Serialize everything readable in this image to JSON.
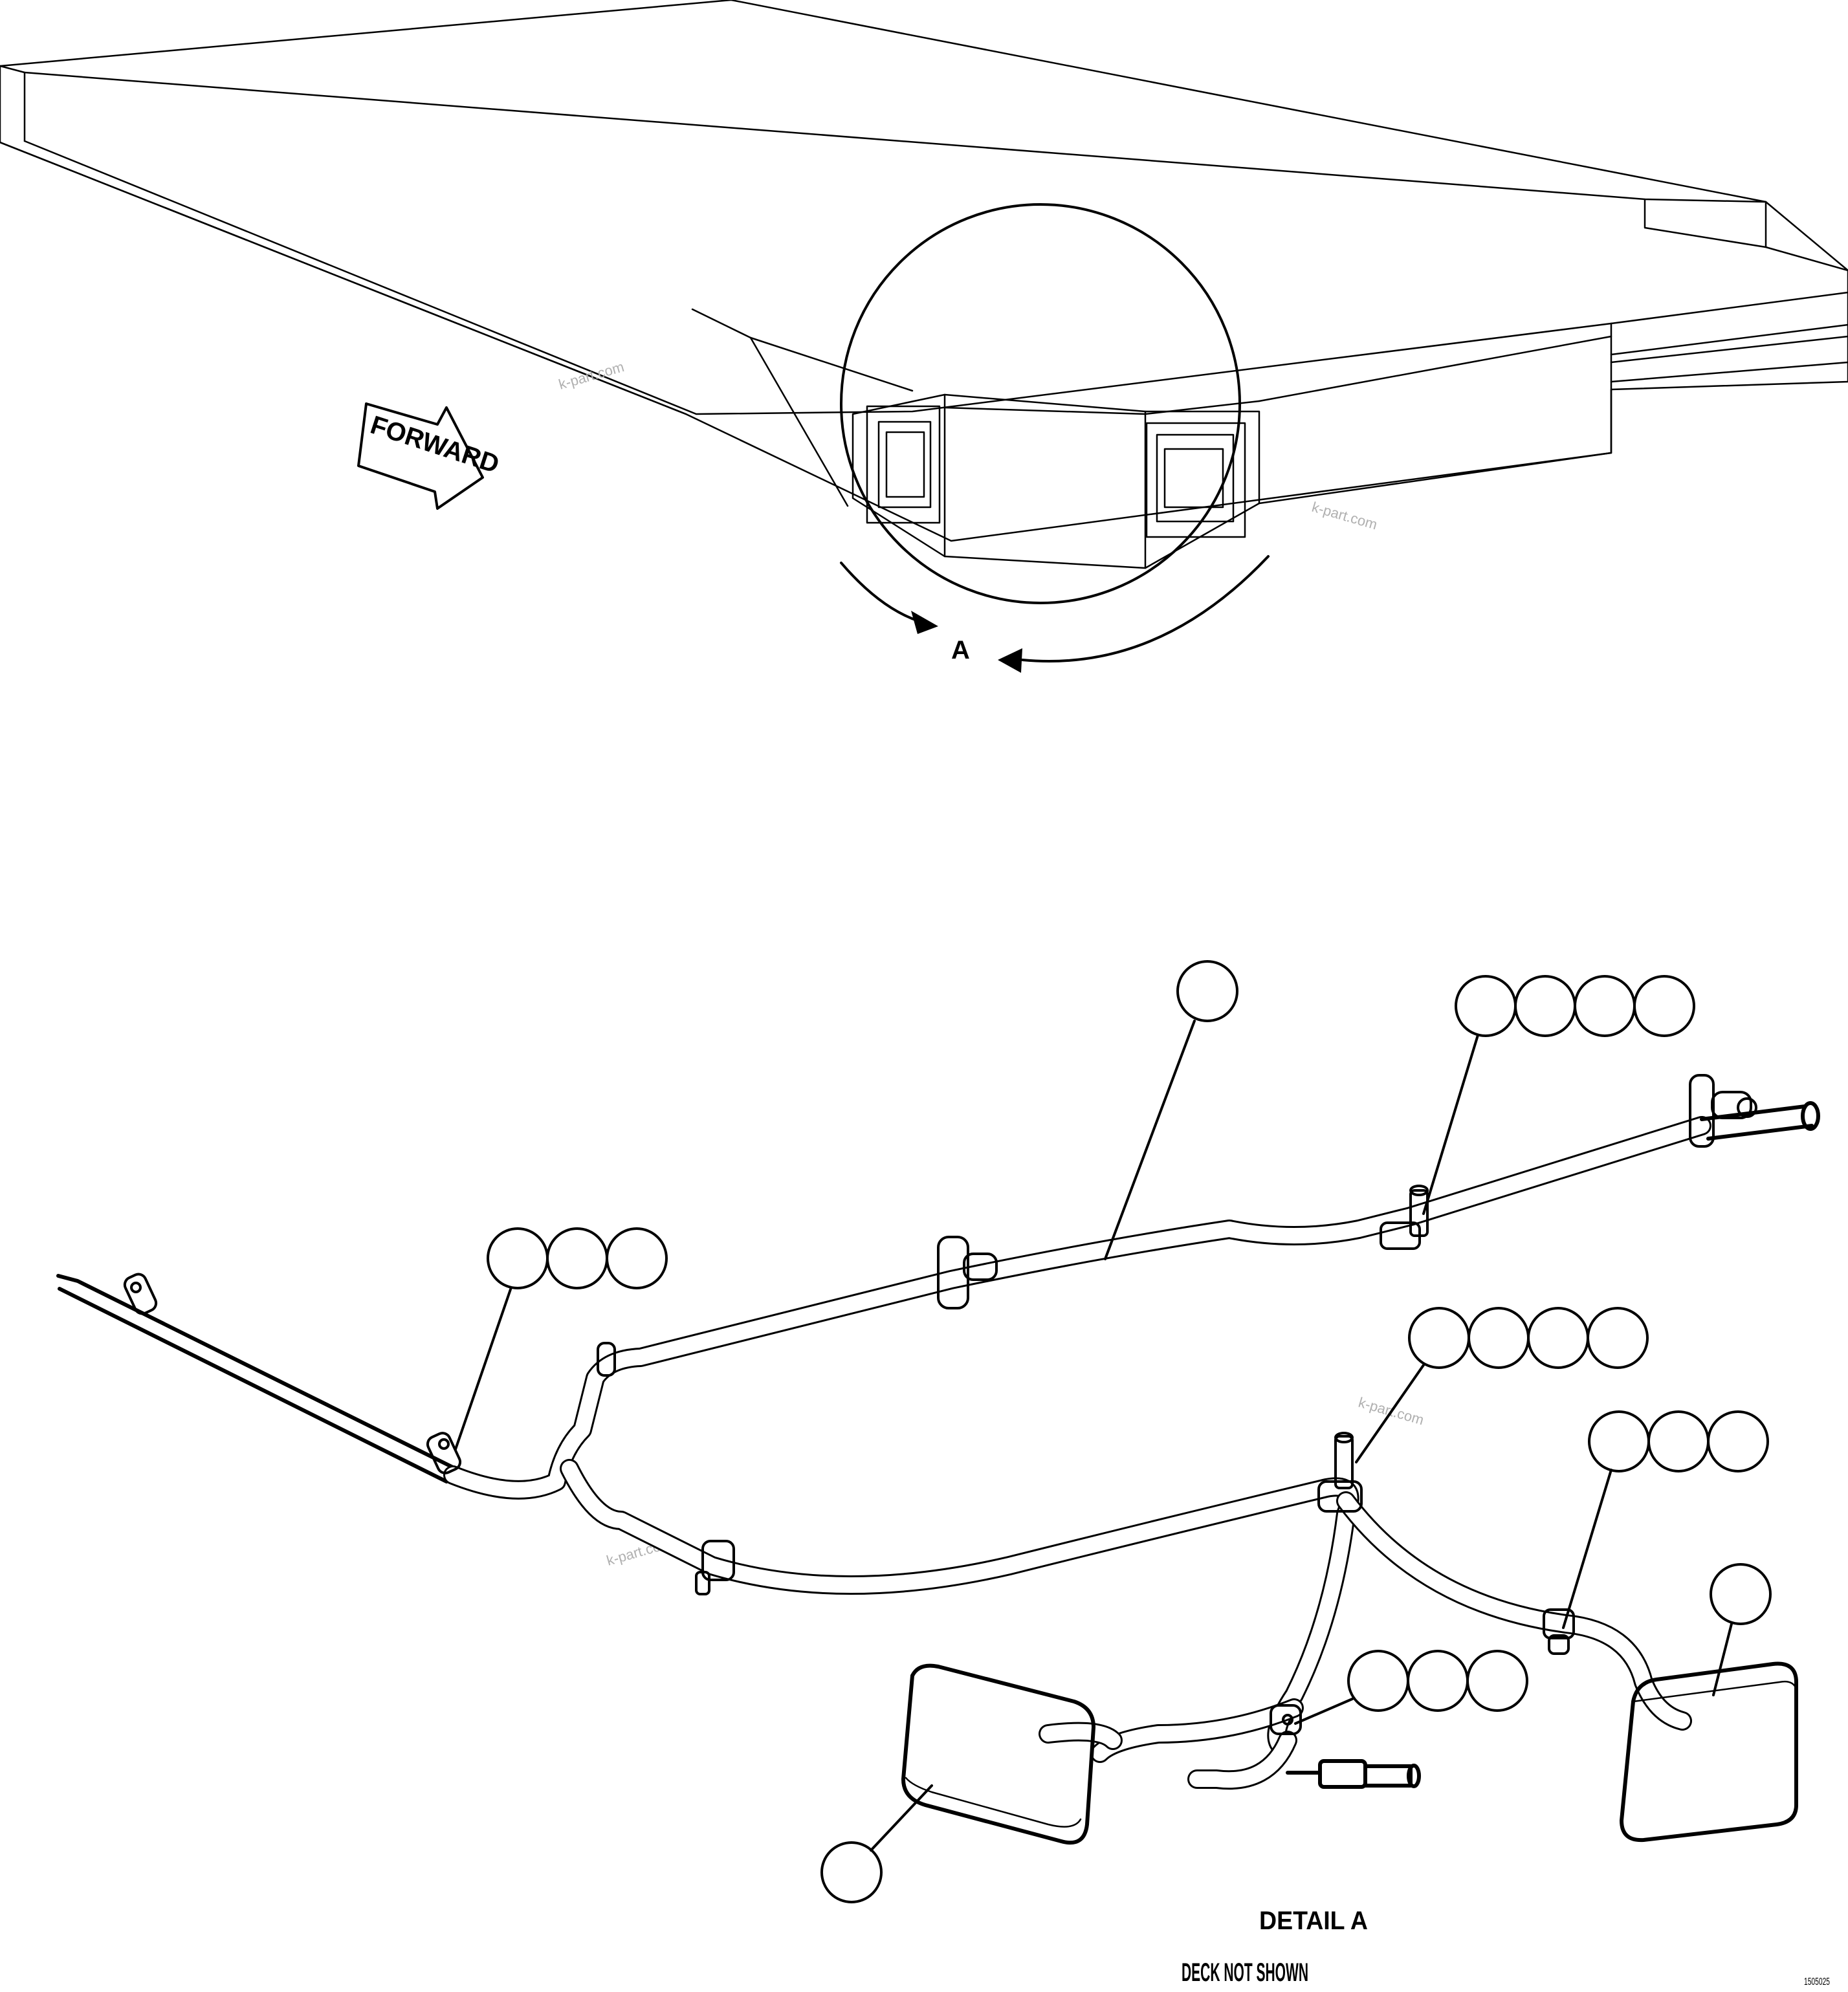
{
  "labels": {
    "forward": "FORWARD",
    "view_ref": "A",
    "detail_title": "DETAIL A",
    "detail_note": "DECK NOT SHOWN",
    "figure_number": "1505025",
    "watermark": "k-part.com"
  },
  "balloon_groups": [
    {
      "id": "harness",
      "count": 1
    },
    {
      "id": "upper-right-clamp",
      "count": 4
    },
    {
      "id": "left-clamp",
      "count": 3
    },
    {
      "id": "center-clamp",
      "count": 4
    },
    {
      "id": "right-clamp",
      "count": 3
    },
    {
      "id": "right-lamp",
      "count": 1
    },
    {
      "id": "lower-clamp",
      "count": 3
    },
    {
      "id": "left-lamp",
      "count": 1
    }
  ]
}
